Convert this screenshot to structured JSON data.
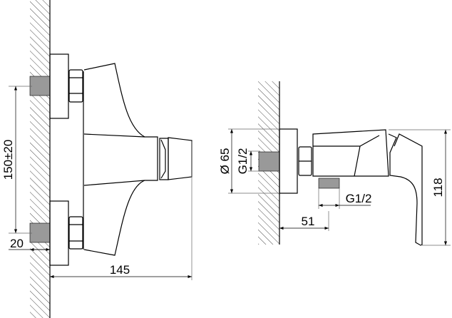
{
  "title": "Shower mixer dimension drawing",
  "front_view": {
    "dim_spacing": "150±20",
    "dim_thread_depth": "20",
    "dim_depth": "145"
  },
  "side_view": {
    "dim_flange_diameter": "Ø 65",
    "dim_inlet_thread": "G1/2",
    "dim_outlet_thread": "G1/2",
    "dim_outlet_offset": "51",
    "dim_height": "118"
  },
  "colors": {
    "line": "#000000",
    "thread": "#999999"
  }
}
